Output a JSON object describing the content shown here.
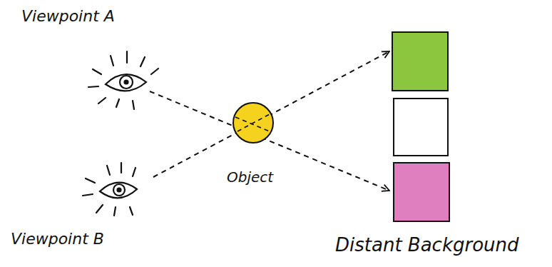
{
  "diagram": {
    "labels": [
      "Viewpoint A",
      "Viewpoint B",
      "Object",
      "Distant Background"
    ]
  }
}
